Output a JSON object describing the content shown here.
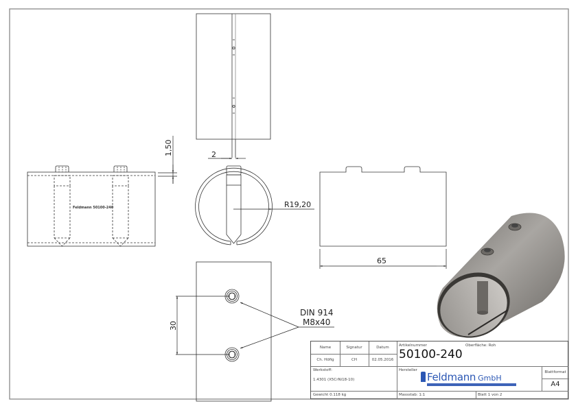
{
  "drawing": {
    "part_label": "Feldmann 50100-240",
    "dimensions": {
      "wall_offset": "1,50",
      "slot_width": "2",
      "radius": "R19,20",
      "length": "65",
      "hole_spacing": "30",
      "screw_spec_line1": "DIN 914",
      "screw_spec_line2": "M8x40"
    },
    "colors": {
      "line": "#333333",
      "border": "#888888",
      "brand_blue": "#2b57b4",
      "render_grey": "#8a8783"
    }
  },
  "title_block": {
    "headers": {
      "name": "Name",
      "signature": "Signatur",
      "date": "Datum"
    },
    "values": {
      "name": "Ch. Höfig",
      "signature": "CH",
      "date": "02.05.2016"
    },
    "article_label": "Artikelnummer",
    "article_number": "50100-240",
    "surface": "Oberfläche: Roh",
    "material_label": "Werkstoff:",
    "material_value": "1.4301 (X5CrNi18-10)",
    "manufacturer_label": "Hersteller",
    "manufacturer_logo": "Feldmann",
    "manufacturer_suffix": "GmbH",
    "format_label": "Blattformat",
    "format_value": "A4",
    "weight": "Gewicht 0.118 kg",
    "scale": "Massstab: 1:1",
    "sheet": "Blatt 1 von 2"
  }
}
